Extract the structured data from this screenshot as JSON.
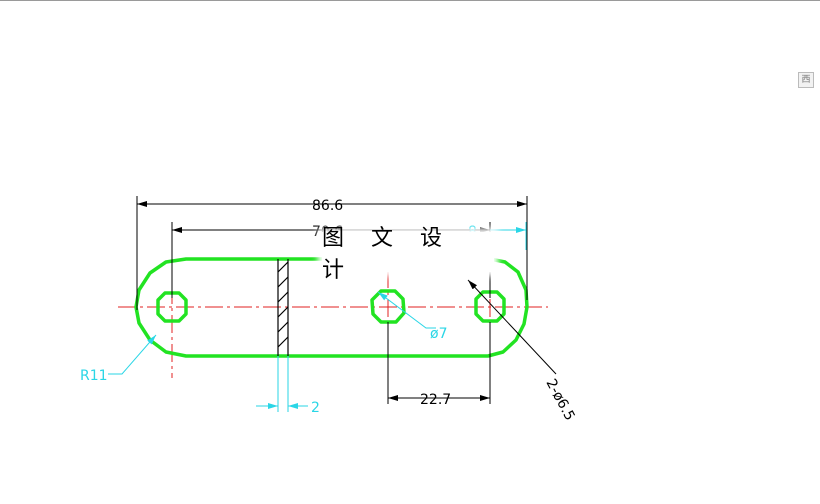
{
  "watermark": "图 文 设 计",
  "side_button": "西",
  "dimensions": {
    "overall_length": "86.6",
    "hole_span": "70.6",
    "end_offset": "8",
    "wall_thickness": "2",
    "hole_spacing": "22.7",
    "end_radius": "R11",
    "center_hole_dia": "ø7",
    "end_holes_dia": "2-ø6.5"
  },
  "colors": {
    "outline": "#22e322",
    "dimension": "#000000",
    "annotation": "#2ad6e6",
    "centerline": "#e02020"
  }
}
